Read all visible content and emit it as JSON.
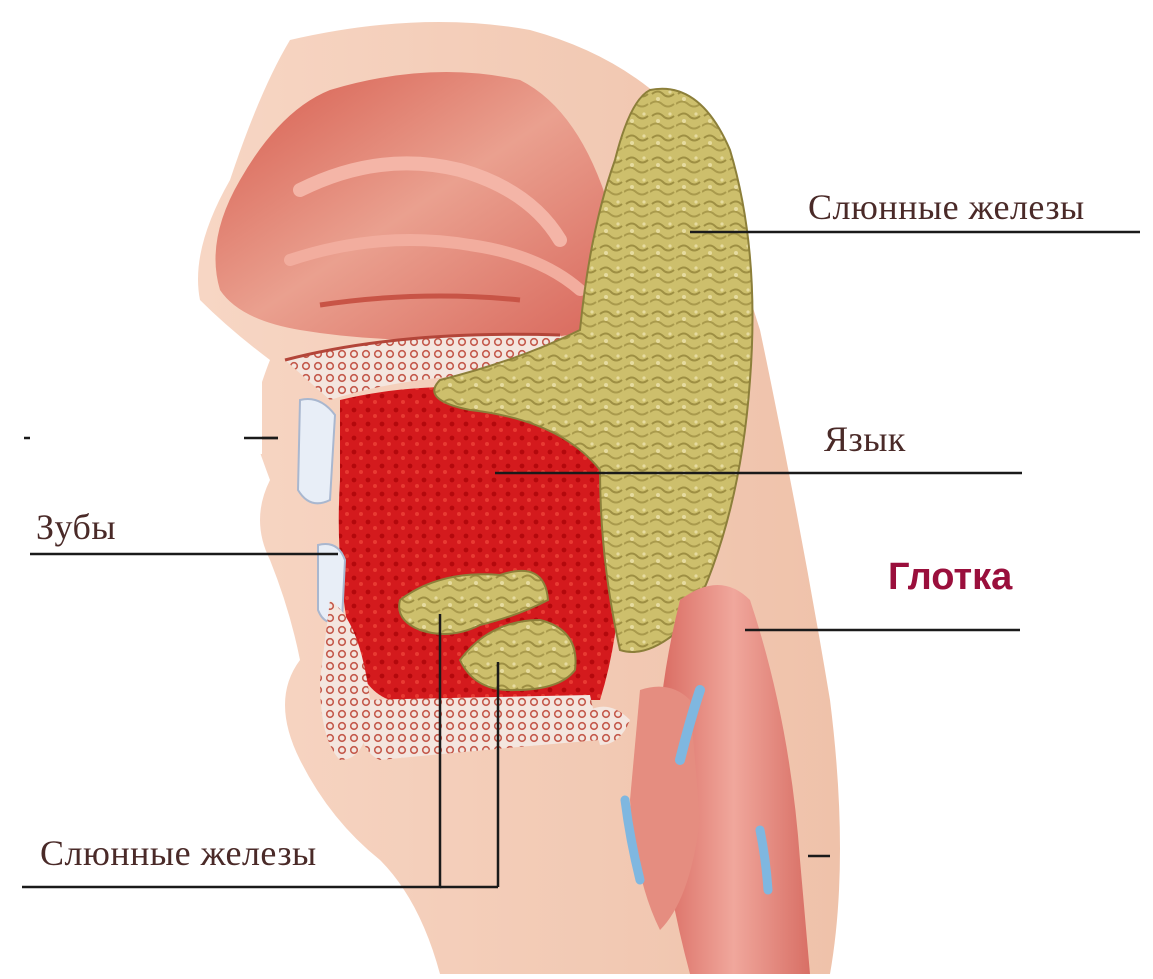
{
  "labels": {
    "salivary_glands_top": "Слюнные железы",
    "tongue": "Язык",
    "teeth": "Зубы",
    "pharynx": "Глотка",
    "salivary_glands_bottom": "Слюнные железы"
  },
  "colors": {
    "background": "#ffffff",
    "label_text": "#4a2a28",
    "pharynx_label": "#9a0f3c",
    "leader_line": "#1a1a1a",
    "skin": "#f5d2bd",
    "nasal_tissue": "#e07a6a",
    "oral_cavity": "#d4161c",
    "gland": "#cbbd6a",
    "gland_dark": "#9e8f43",
    "bone": "#f3e7e0",
    "airway": "#e68e86",
    "cartilage_blue": "#7fb7e0"
  }
}
